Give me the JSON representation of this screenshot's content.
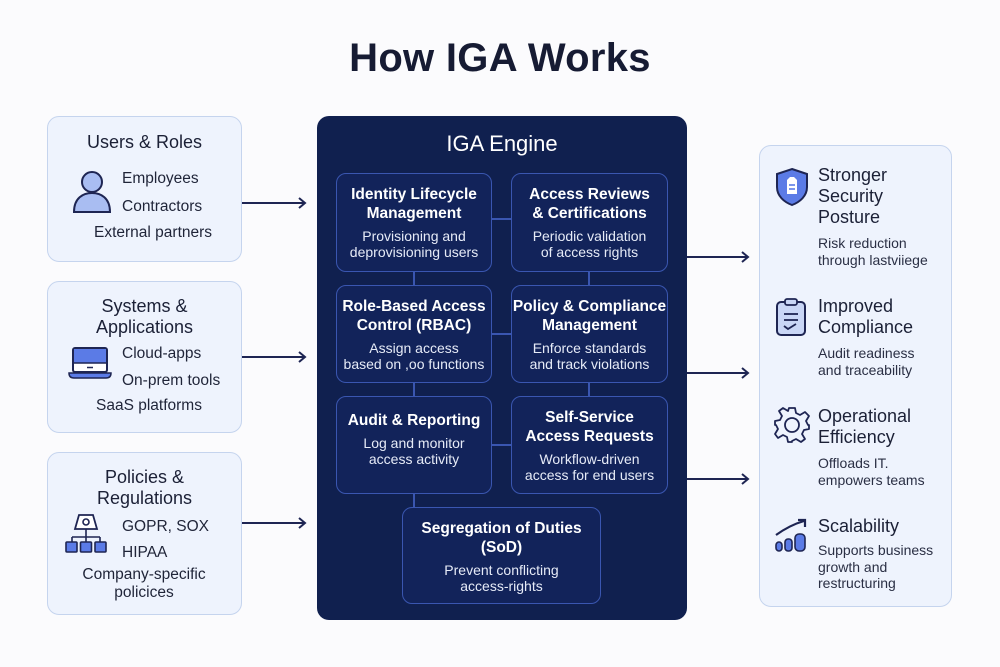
{
  "title": "How IGA Works",
  "inputs": [
    {
      "heading": "Users & Roles",
      "icon": "user-icon",
      "items": [
        "Employees",
        "Contractors",
        "External partners"
      ]
    },
    {
      "heading_line1": "Systems &",
      "heading_line2": "Applications",
      "icon": "laptop-icon",
      "items": [
        "Cloud-apps",
        "On-prem tools",
        "SaaS platforms"
      ]
    },
    {
      "heading_line1": "Policies &",
      "heading_line2": "Regulations",
      "icon": "hierarchy-icon",
      "items": [
        "GOPR, SOX",
        "HIPAA",
        "Company-specific",
        "policices"
      ]
    }
  ],
  "engine": {
    "title": "IGA Engine",
    "modules": [
      {
        "title_line1": "Identity Lifecycle",
        "title_line2": "Management",
        "desc_line1": "Provisioning and",
        "desc_line2": "deprovisioning users"
      },
      {
        "title_line1": "Access Reviews",
        "title_line2": "& Certifications",
        "desc_line1": "Periodic validation",
        "desc_line2": "of access rights"
      },
      {
        "title_line1": "Role-Based Access",
        "title_line2": "Control (RBAC)",
        "desc_line1": "Assign access",
        "desc_line2": "based on ,oo functions"
      },
      {
        "title_line1": "Policy & Compliance",
        "title_line2": "Management",
        "desc_line1": "Enforce standards",
        "desc_line2": "and track violations"
      },
      {
        "title_line1": "Audit & Reporting",
        "title_line2": "",
        "desc_line1": "Log and monitor",
        "desc_line2": "access activity"
      },
      {
        "title_line1": "Self-Service",
        "title_line2": "Access Requests",
        "desc_line1": "Workflow-driven",
        "desc_line2": "access for end users"
      },
      {
        "title_line1": "Segregation of Duties",
        "title_line2": "(SoD)",
        "desc_line1": "Prevent conflicting",
        "desc_line2": "access-rights"
      }
    ]
  },
  "outcomes": [
    {
      "icon": "shield-icon",
      "title_lines": [
        "Stronger",
        "Security",
        "Posture"
      ],
      "desc_lines": [
        "Risk reduction",
        "through lastviiege"
      ]
    },
    {
      "icon": "clipboard-check-icon",
      "title_lines": [
        "Improved",
        "Compliance"
      ],
      "desc_lines": [
        "Audit readiness",
        "and traceability"
      ]
    },
    {
      "icon": "gear-icon",
      "title_lines": [
        "Operational",
        "Efficiency"
      ],
      "desc_lines": [
        "Offloads IT.",
        "empowers teams"
      ]
    },
    {
      "icon": "growth-chart-icon",
      "title_lines": [
        "Scalability"
      ],
      "desc_lines": [
        "Supports business",
        "growth and",
        "restructuring"
      ]
    }
  ],
  "colors": {
    "engine_bg": "#10204f",
    "module_border": "#3a56b0",
    "card_bg": "#eef3fd",
    "card_border": "#c5d4ee",
    "icon_fill": "#5b7be6",
    "arrow": "#1e2553"
  }
}
